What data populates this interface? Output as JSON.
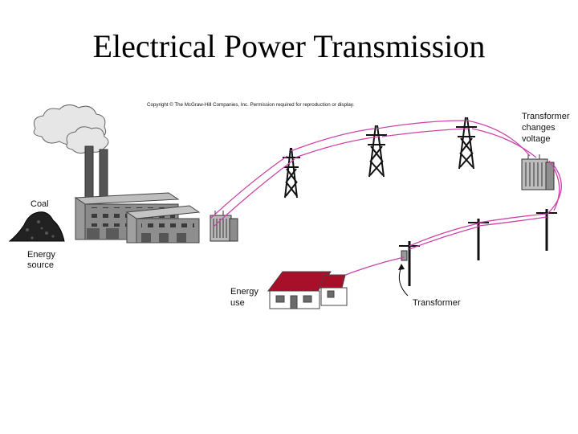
{
  "slide": {
    "title": "Electrical Power Transmission"
  },
  "figure": {
    "copyright": "Copyright © The McGraw-Hill Companies, Inc. Permission required for reproduction or display.",
    "labels": {
      "coal": "Coal",
      "energy_source_line1": "Energy",
      "energy_source_line2": "source",
      "transformer_top_line1": "Transformer",
      "transformer_top_line2": "changes",
      "transformer_top_line3": "voltage",
      "energy_use_line1": "Energy",
      "energy_use_line2": "use",
      "transformer_bottom": "Transformer"
    },
    "colors": {
      "wire": "#cc44aa",
      "house_roof": "#a8102a",
      "plant_gray": "#8a8a8a",
      "coal": "#222222"
    }
  }
}
